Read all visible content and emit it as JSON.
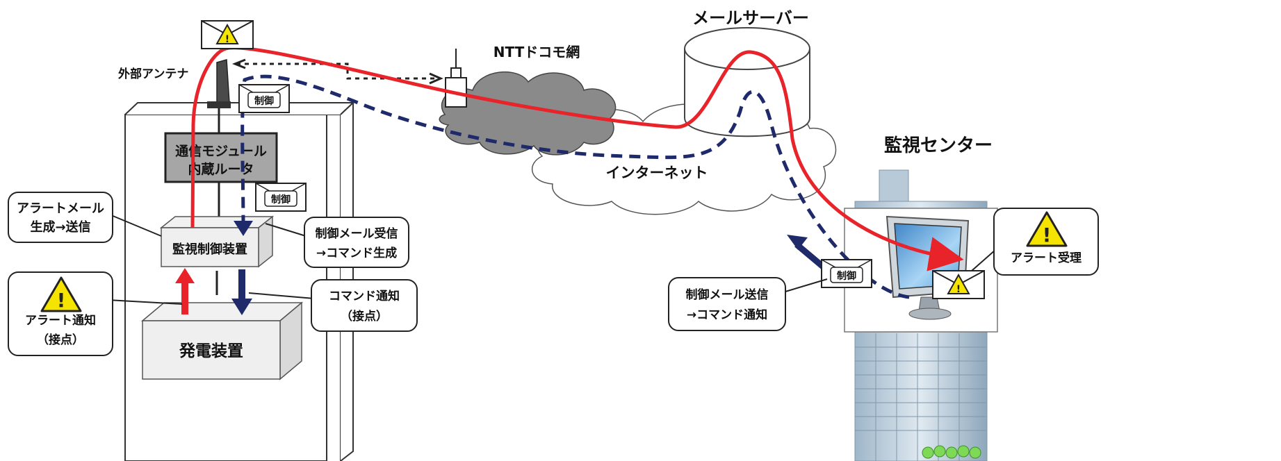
{
  "labels": {
    "antenna": "外部アンテナ",
    "ntt": "NTTドコモ網",
    "mail_server": "メールサーバー",
    "monitor_center": "監視センター",
    "internet": "インターネット",
    "comm_module_line1": "通信モジュール",
    "comm_module_line2": "内蔵ルータ",
    "monitor_control": "監視制御装置",
    "generator": "発電装置"
  },
  "envelope": {
    "control_label": "制御"
  },
  "callouts": {
    "alert_mail_line1": "アラートメール",
    "alert_mail_line2": "生成→送信",
    "alert_notify_line1": "アラート通知",
    "alert_notify_line2": "（接点）",
    "control_mail_recv_line1": "制御メール受信",
    "control_mail_recv_line2": "→コマンド生成",
    "command_notify_line1": "コマンド通知",
    "command_notify_line2": "（接点）",
    "control_mail_send_line1": "制御メール送信",
    "control_mail_send_line2": "→コマンド通知",
    "alert_accept": "アラート受理"
  },
  "colors": {
    "alert_path": "#e8232a",
    "control_path": "#1f2a6b",
    "warning_yellow": "#f5e400",
    "cloud_gray": "#808080",
    "box_gray": "#a6a6a6"
  },
  "icons": [
    "warning-icon",
    "envelope-icon",
    "antenna-icon",
    "cloud-icon",
    "database-icon",
    "building-icon",
    "monitor-icon"
  ]
}
